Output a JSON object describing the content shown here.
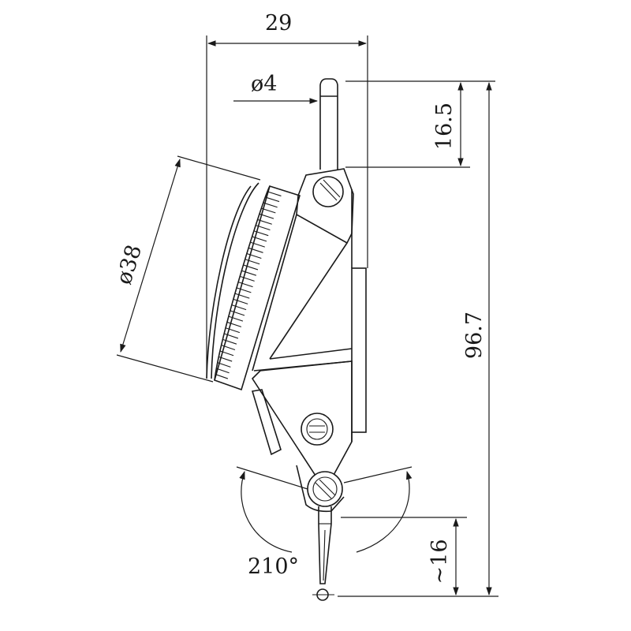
{
  "dimensions": {
    "width": "29",
    "stem_diameter": "ø4",
    "stem_length": "16.5",
    "dial_diameter": "ø38",
    "total_length": "96.7",
    "swivel_angle": "210°",
    "tip_length": "~16"
  }
}
